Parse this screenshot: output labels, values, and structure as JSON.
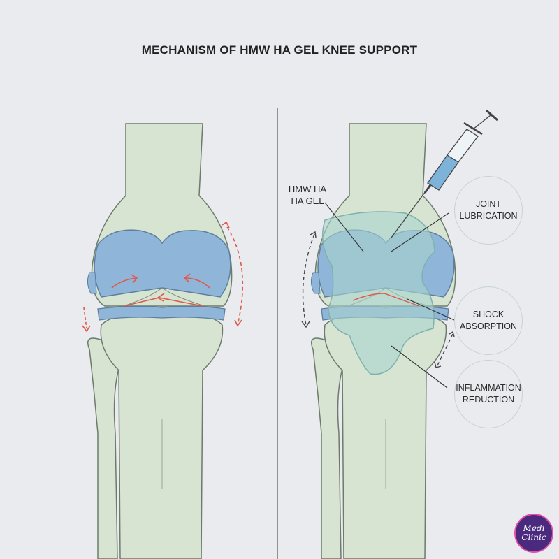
{
  "title": "MECHANISM OF HMW HA GEL KNEE SUPPORT",
  "labels": {
    "gel_line1": "HMW HA",
    "gel_line2": "HA GEL",
    "lubrication": [
      "JOINT",
      "LUBRICATION"
    ],
    "shock": [
      "SHOCK",
      "ABSORPTION"
    ],
    "inflammation": [
      "INFLAMMATION",
      "REDUCTION"
    ]
  },
  "logo": {
    "line1": "Medi",
    "line2": "Clinic"
  },
  "colors": {
    "background": "#e9ebee",
    "bone": "#d8e4d2",
    "cartilage": "#8fb5d8",
    "gel": "#a9d3cf",
    "arrow_red": "#e0584a",
    "logo_purple": "#4a2a7e",
    "logo_pink": "#e34fa7"
  }
}
